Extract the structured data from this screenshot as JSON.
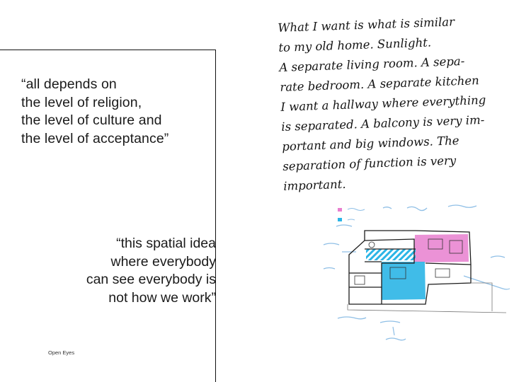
{
  "left_page": {
    "quote1": [
      "“all depends on",
      "the level of religion,",
      "the level of culture and",
      "the level of acceptance”"
    ],
    "quote2": [
      "“this spatial idea",
      "where everybody",
      "can see everybody is",
      "not how we work”"
    ],
    "footer": "Open Eyes"
  },
  "right_page": {
    "handwriting": [
      "What I want is what is similar",
      "to my old home. Sunlight.",
      "A separate living room. A sepa-",
      "rate bedroom. A separate kitchen",
      "I want a hallway where everything",
      "is separated. A balcony is very im-",
      "portant and big windows. The",
      "separation of function is very",
      "important."
    ],
    "colors": {
      "pink": "#e87fcf",
      "cyan": "#2bb5e6",
      "sketch_blue": "#8fbfe6",
      "ink": "#1c1c1c"
    }
  }
}
